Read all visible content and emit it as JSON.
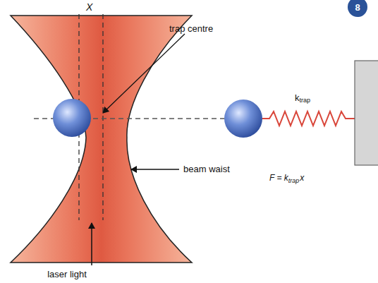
{
  "diagram": {
    "labels": [
      "8",
      "X",
      "trap centre",
      "beam waist",
      "laser light",
      "k",
      "trap",
      "F = k",
      "trap",
      "x"
    ]
  }
}
